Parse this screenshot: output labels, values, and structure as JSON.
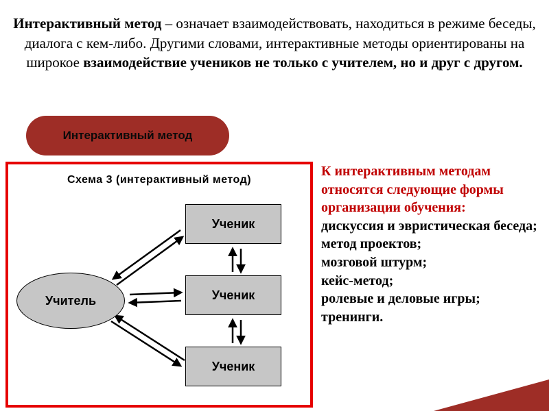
{
  "intro": {
    "bold_start": "Интерактивный метод",
    "regular_middle": " – означает взаимодействовать, находиться в режиме беседы, диалога с кем-либо. Другими словами, интерактивные методы ориентированы на широкое ",
    "bold_end": "взаимодействие учеников не только с учителем, но и друг с другом."
  },
  "badge": {
    "label": "Интерактивный метод",
    "bg_color": "#9e2d26"
  },
  "diagram": {
    "title": "Схема 3 (интерактивный метод)",
    "teacher_label": "Учитель",
    "students": [
      "Ученик",
      "Ученик",
      "Ученик"
    ],
    "border_color": "#e60000",
    "shape_fill": "#c6c6c6"
  },
  "side_text": {
    "heading": "К интерактивным методам относятся следующие формы организации обучения:",
    "heading_color": "#c00000",
    "items": [
      "дискуссия и эвристическая беседа;",
      "метод проектов;",
      "мозговой штурм;",
      "кейс-метод;",
      "ролевые и деловые игры;",
      "тренинги."
    ]
  },
  "decoration": {
    "corner_color": "#9e2d26"
  }
}
